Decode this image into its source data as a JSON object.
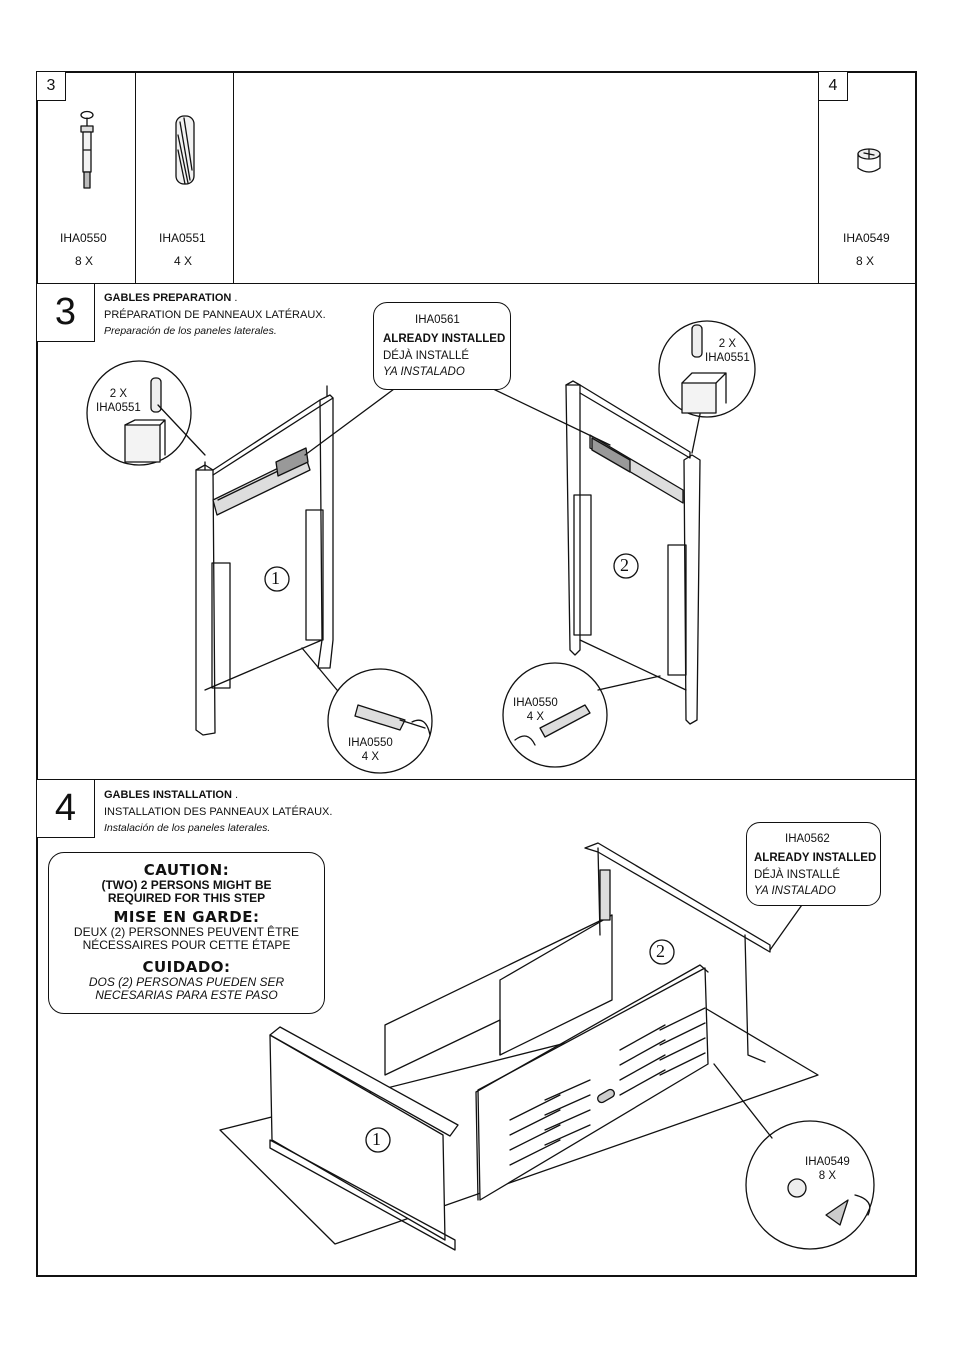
{
  "hardware_panel_left": {
    "step_number": "3",
    "parts": [
      {
        "code": "IHA0550",
        "qty": "8 X",
        "icon": "cam-bolt-icon"
      },
      {
        "code": "IHA0551",
        "qty": "4 X",
        "icon": "wood-dowel-icon"
      }
    ]
  },
  "hardware_panel_right": {
    "step_number": "4",
    "parts": [
      {
        "code": "IHA0549",
        "qty": "8 X",
        "icon": "cam-lock-icon"
      }
    ]
  },
  "step3": {
    "number": "3",
    "title_en": "GABLES PREPARATION",
    "title_en_suffix": ".",
    "title_fr": "PRÉPARATION DE PANNEAUX LATÉRAUX.",
    "title_es": "Preparación de los paneles laterales.",
    "already_installed": {
      "code": "IHA0561",
      "en": "ALREADY INSTALLED",
      "fr": "DÉJÀ INSTALLÉ",
      "es": "YA INSTALADO"
    },
    "detail_left": {
      "qty": "2 X",
      "code": "IHA0551"
    },
    "detail_right": {
      "qty": "2 X",
      "code": "IHA0551"
    },
    "detail_bottom_left": {
      "code": "IHA0550",
      "qty": "4 X"
    },
    "detail_bottom_right": {
      "code": "IHA0550",
      "qty": "4 X"
    },
    "panel_labels": [
      "1",
      "2"
    ]
  },
  "step4": {
    "number": "4",
    "title_en": "GABLES INSTALLATION",
    "title_en_suffix": ".",
    "title_fr": "INSTALLATION DES PANNEAUX LATÉRAUX.",
    "title_es": "Instalación de los paneles laterales.",
    "caution": {
      "h_en": "CAUTION:",
      "en1": "(TWO) 2 PERSONS MIGHT BE",
      "en2": "REQUIRED FOR THIS STEP",
      "h_fr": "MISE EN GARDE:",
      "fr1": "DEUX (2) PERSONNES PEUVENT ÊTRE",
      "fr2": "NÉCESSAIRES POUR CETTE ÉTAPE",
      "h_es": "CUIDADO:",
      "es1": "DOS (2) PERSONAS PUEDEN SER",
      "es2": "NECESARIAS PARA ESTE PASO"
    },
    "already_installed": {
      "code": "IHA0562",
      "en": "ALREADY INSTALLED",
      "fr": "DÉJÀ INSTALLÉ",
      "es": "YA INSTALADO"
    },
    "detail": {
      "code": "IHA0549",
      "qty": "8 X"
    },
    "panel_labels": [
      "1",
      "2"
    ]
  }
}
